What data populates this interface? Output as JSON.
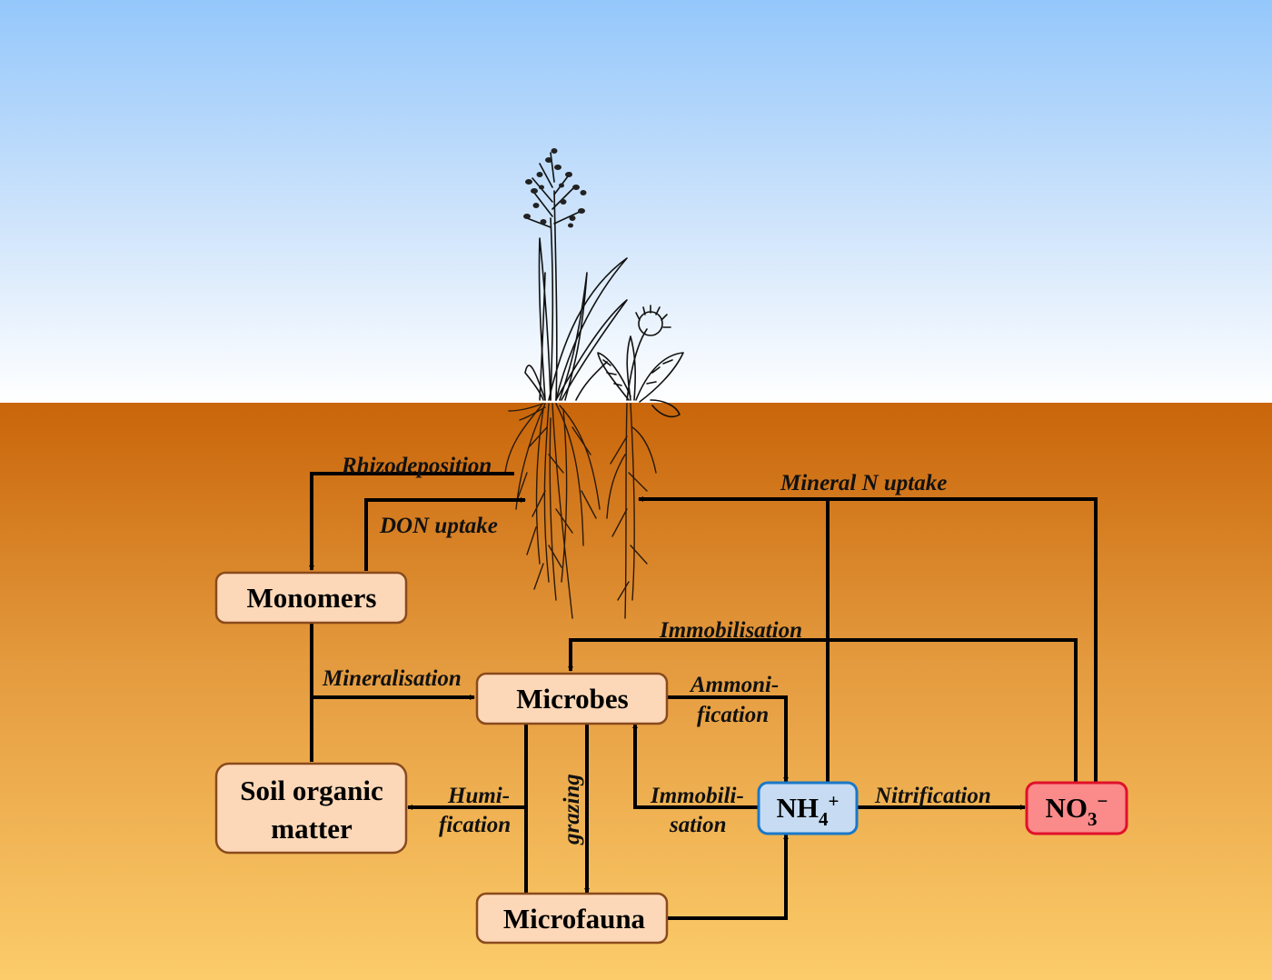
{
  "nodes": {
    "monomers": "Monomers",
    "microbes": "Microbes",
    "soil_organic_matter_line1": "Soil organic",
    "soil_organic_matter_line2": "matter",
    "microfauna": "Microfauna",
    "nh4_base": "NH",
    "nh4_sub": "4",
    "nh4_sup": "+",
    "no3_base": "NO",
    "no3_sub": "3",
    "no3_sup": "−"
  },
  "processes": {
    "rhizodeposition": "Rhizodeposition",
    "don_uptake": "DON uptake",
    "mineral_n_uptake": "Mineral N uptake",
    "immobilisation_top": "Immobilisation",
    "mineralisation": "Mineralisation",
    "ammonification_1": "Ammoni-",
    "ammonification_2": "fication",
    "humification_1": "Humi-",
    "humification_2": "fication",
    "grazing": "grazing",
    "immobilisation_1": "Immobili-",
    "immobilisation_2": "sation",
    "nitrification": "Nitrification"
  },
  "colors": {
    "sky_top": "#94c7fb",
    "sky_bottom": "#ffffff",
    "soil_top": "#c9650a",
    "soil_bottom": "#fccc6a",
    "box_fill": "#fcd8b8",
    "box_stroke": "#8a4a1c",
    "nh4_fill": "#c7dcf2",
    "nh4_stroke": "#1a78c8",
    "no3_fill": "#fb8a8a",
    "no3_stroke": "#e0102a"
  }
}
